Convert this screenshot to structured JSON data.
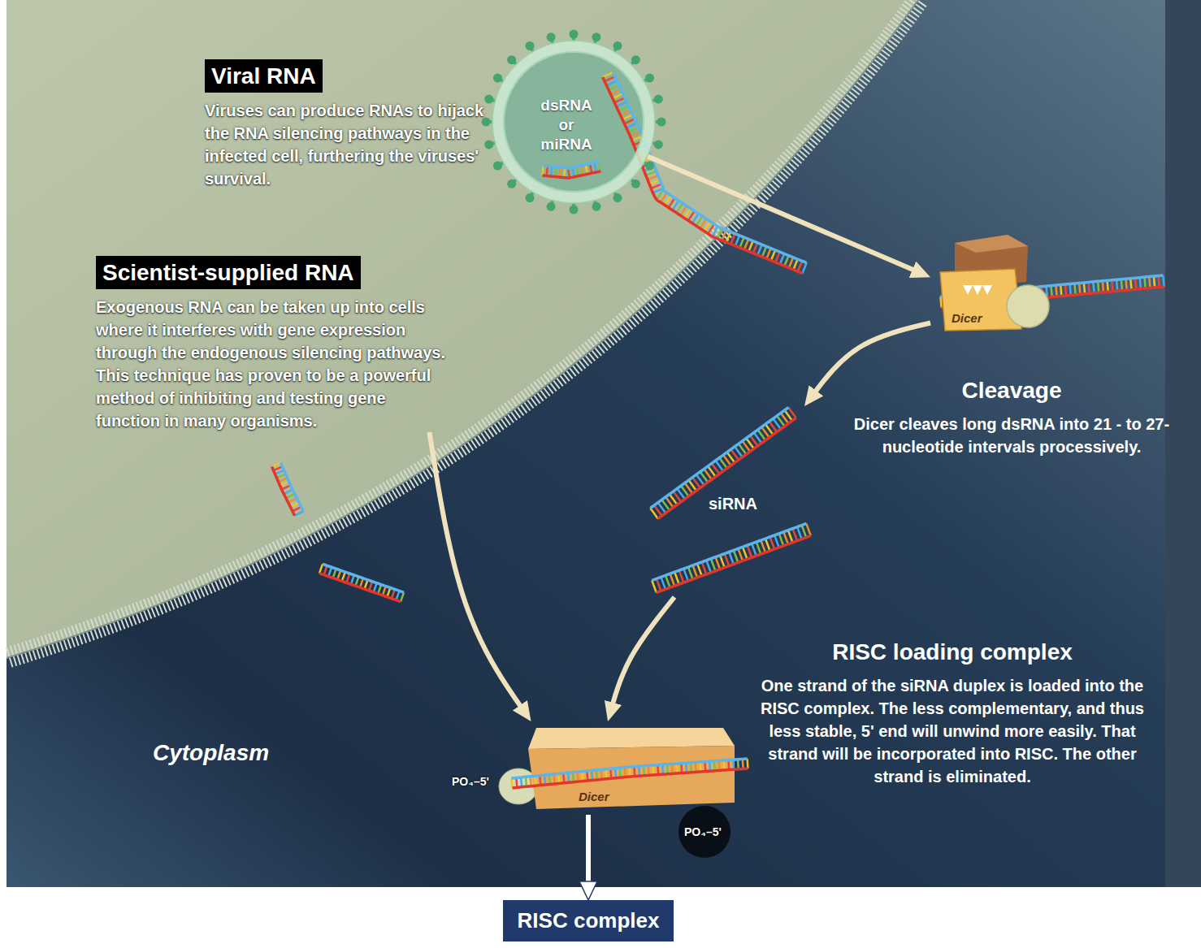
{
  "diagram": {
    "nodes": [
      {
        "text": [
          "Viral RNA",
          "Viruses can produce RNAs to hijack the RNA silencing pathways in the infected cell, furthering the viruses' survival."
        ]
      },
      {
        "text": [
          "dsRNA or miRNA"
        ]
      },
      {
        "text": [
          "Scientist-supplied RNA",
          "Exogenous RNA can be taken up into cells where it interferes with gene expression through the endogenous silencing pathways. This technique has proven to be a powerful method of inhibiting and testing gene function in many organisms."
        ]
      },
      {
        "text": [
          "Dicer"
        ]
      },
      {
        "text": [
          "siRNA"
        ]
      },
      {
        "text": [
          "Dicer"
        ]
      },
      {
        "text": [
          "RISC complex"
        ]
      }
    ],
    "edges": [
      {
        "from": 1,
        "to": 3,
        "arrow": "to"
      },
      {
        "from": 3,
        "to": 4,
        "arrow": "to"
      },
      {
        "from": 4,
        "to": 5,
        "arrow": "to"
      },
      {
        "from": 2,
        "to": 5,
        "arrow": "to"
      },
      {
        "from": 5,
        "to": 6,
        "arrow": "to"
      }
    ],
    "labels": [
      "Cleavage",
      "Dicer cleaves long dsRNA into 21 - to 27- nucleotide intervals processively.",
      "RISC loading complex",
      "One strand of the siRNA duplex is loaded into the RISC complex. The less complementary, and thus less stable, 5' end will unwind more easily. That strand will be incorporated into RISC. The other strand is eliminated.",
      "Cytoplasm",
      "PO₄–5'",
      "PO₄–5'"
    ]
  }
}
